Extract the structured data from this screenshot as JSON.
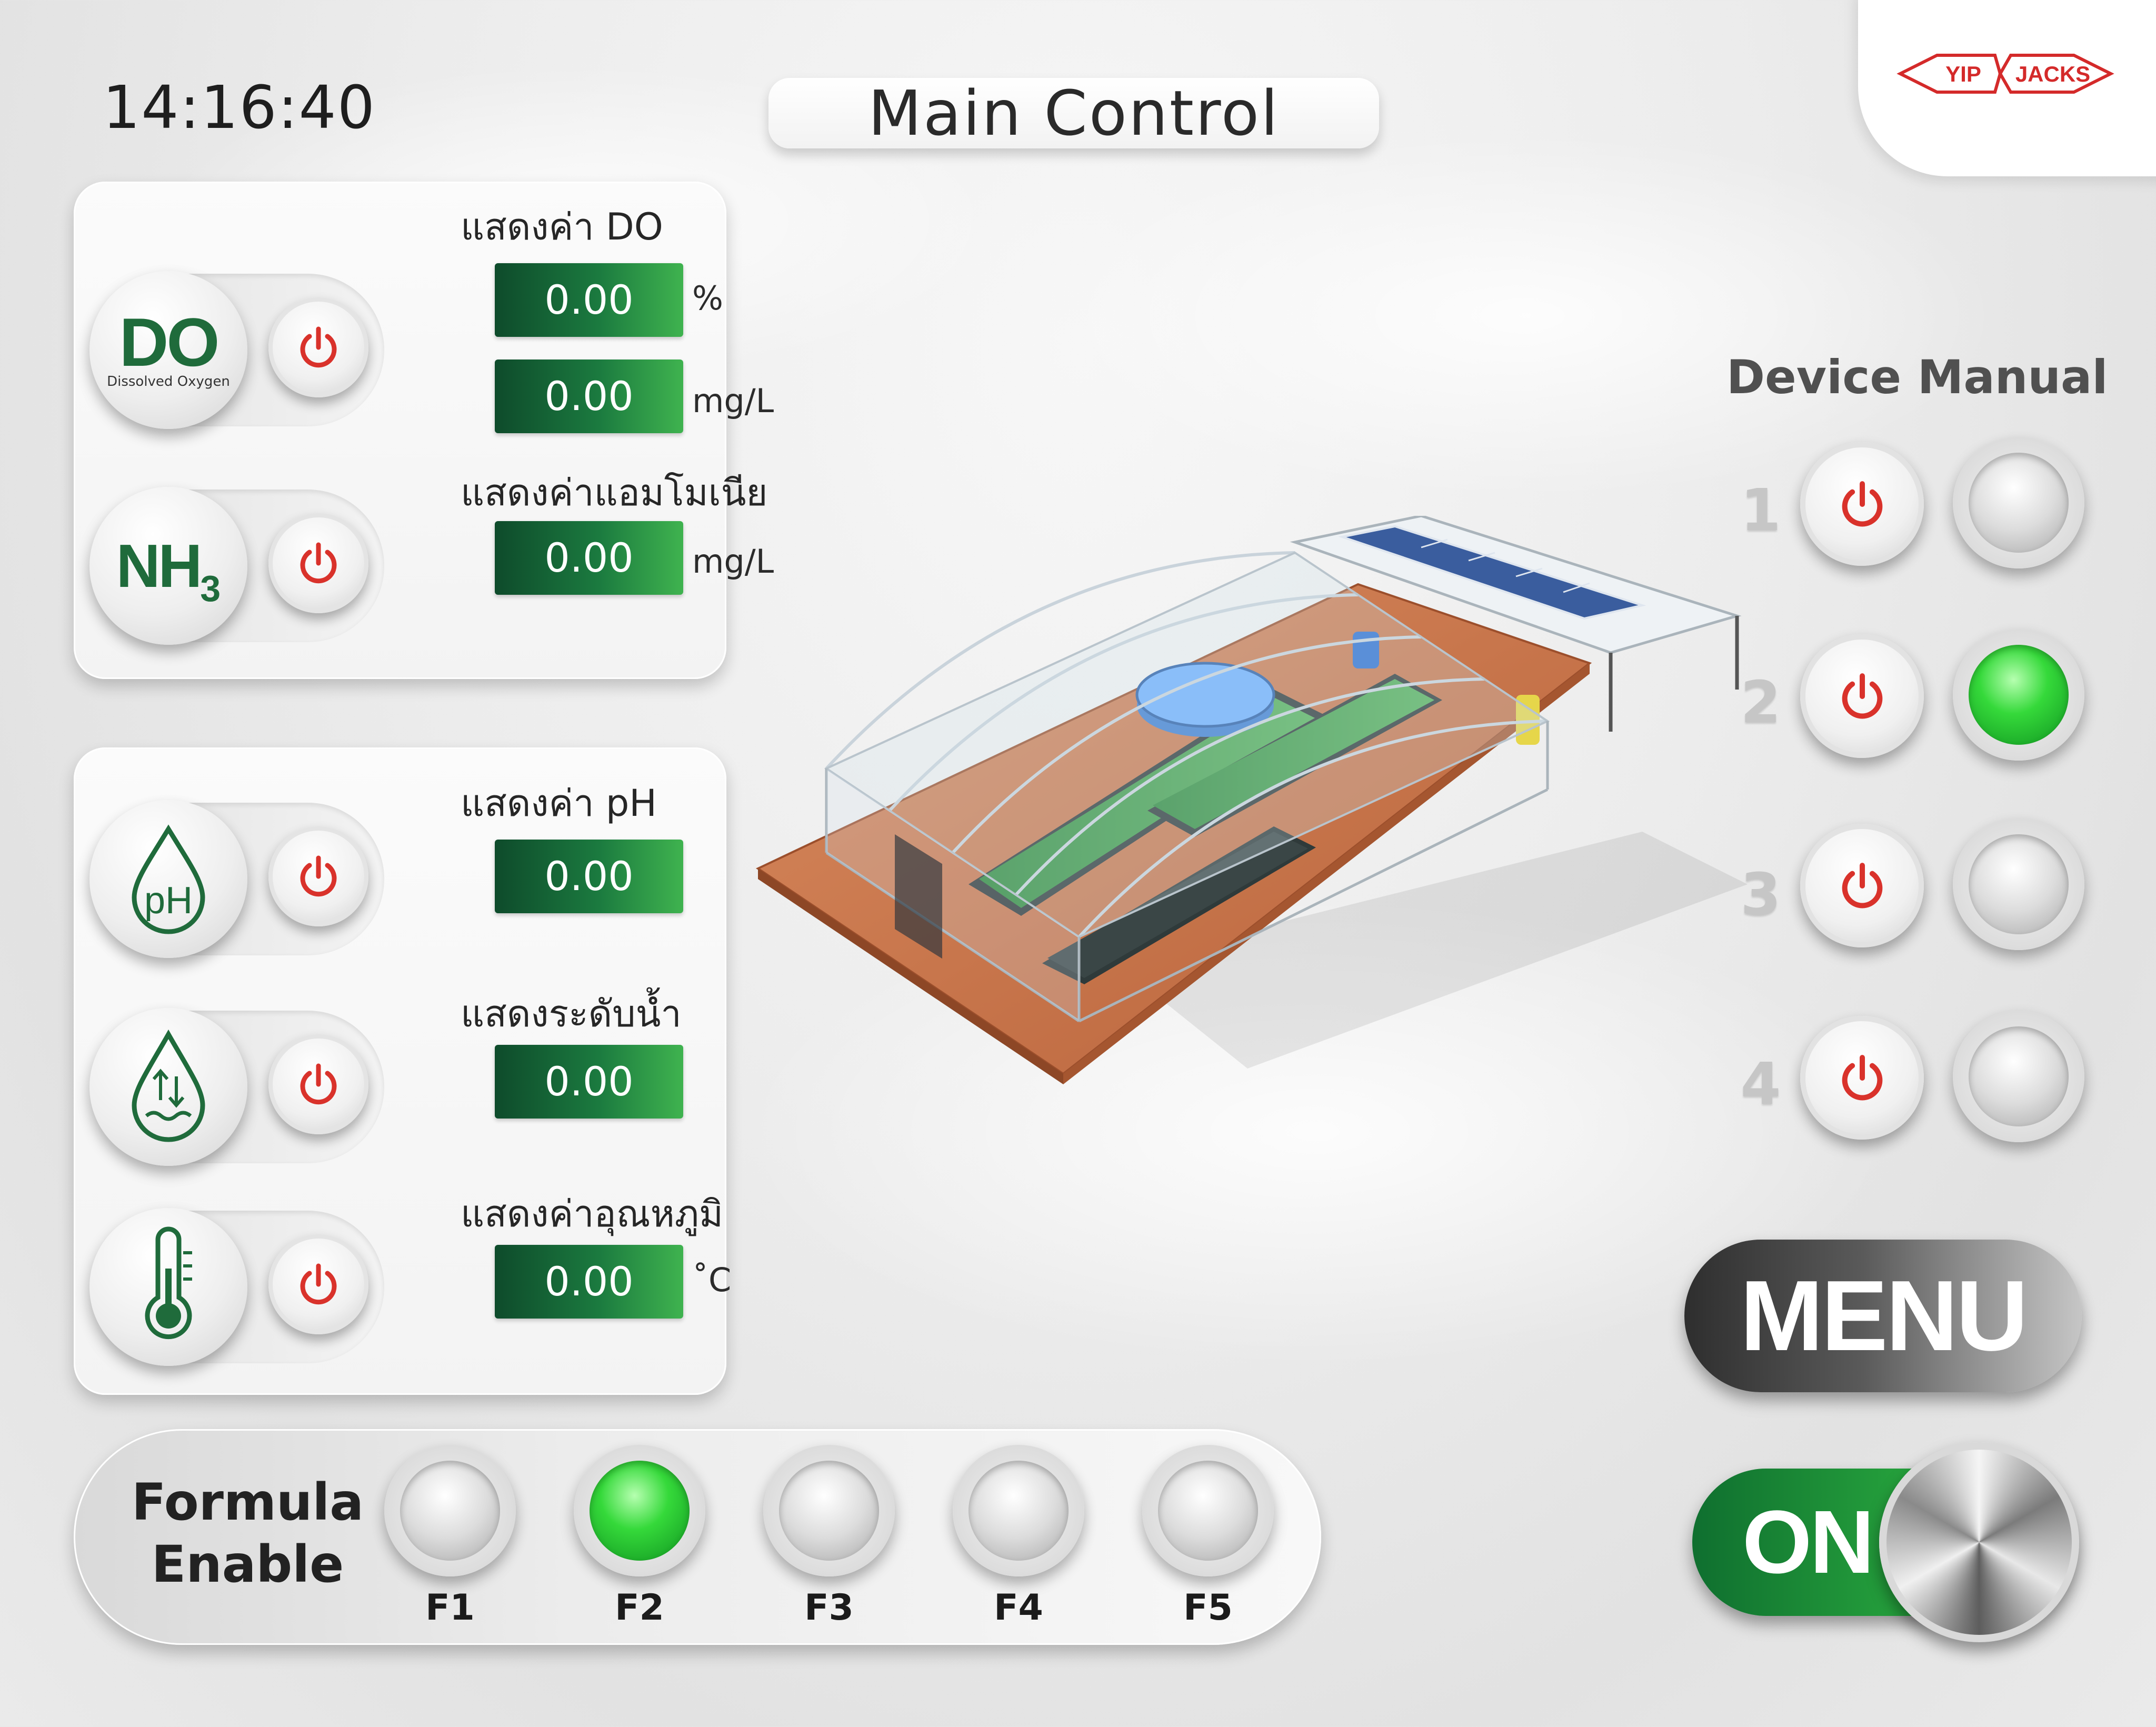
{
  "header": {
    "clock": "14:16:40",
    "title": "Main Control",
    "logo_text_left": "YIP",
    "logo_text_right": "JACKS"
  },
  "sensors": [
    {
      "id": "do",
      "label": "แสดงค่า DO",
      "badge": "DO",
      "badge_sub": "Dissolved Oxygen",
      "readings": [
        {
          "value": "0.00",
          "unit": "%"
        },
        {
          "value": "0.00",
          "unit": "mg/L"
        }
      ]
    },
    {
      "id": "nh3",
      "label": "แสดงค่าแอมโมเนีย",
      "badge": "NH",
      "badge_sub": "3",
      "readings": [
        {
          "value": "0.00",
          "unit": "mg/L"
        }
      ]
    },
    {
      "id": "ph",
      "label": "แสดงค่า pH",
      "badge": "pH",
      "readings": [
        {
          "value": "0.00",
          "unit": ""
        }
      ]
    },
    {
      "id": "water-level",
      "label": "แสดงระดับน้ำ",
      "readings": [
        {
          "value": "0.00",
          "unit": ""
        }
      ]
    },
    {
      "id": "temperature",
      "label": "แสดงค่าอุณหภูมิ",
      "readings": [
        {
          "value": "0.00",
          "unit": "˚C"
        }
      ]
    }
  ],
  "device_manual": {
    "title": "Device Manual",
    "devices": [
      {
        "number": "1",
        "status": "off"
      },
      {
        "number": "2",
        "status": "on"
      },
      {
        "number": "3",
        "status": "off"
      },
      {
        "number": "4",
        "status": "off"
      }
    ]
  },
  "controls": {
    "menu_label": "MENU",
    "switch_label": "ON",
    "switch_state": "on"
  },
  "formula": {
    "title_line1": "Formula",
    "title_line2": "Enable",
    "items": [
      {
        "label": "F1",
        "active": false
      },
      {
        "label": "F2",
        "active": true
      },
      {
        "label": "F3",
        "active": false
      },
      {
        "label": "F4",
        "active": false
      },
      {
        "label": "F5",
        "active": false
      }
    ]
  },
  "colors": {
    "accent_green": "#1b7a3f",
    "lamp_on": "#35d93a",
    "power_red": "#d9322b",
    "logo_red": "#d42a2a"
  },
  "icons": {
    "power": "power-icon",
    "ph": "ph-drop-icon",
    "water_level": "water-level-drop-icon",
    "temperature": "thermometer-icon"
  }
}
